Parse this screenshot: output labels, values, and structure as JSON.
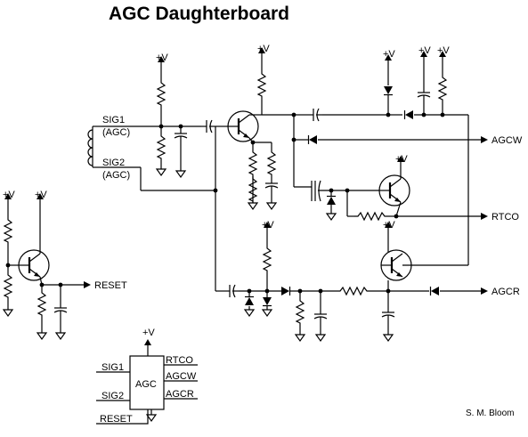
{
  "title": "AGC Daughterboard",
  "author": "S. M. Bloom",
  "supply_label": "+V",
  "inputs": {
    "sig1": "SIG1",
    "sig1_sub": "(AGC)",
    "sig2": "SIG2",
    "sig2_sub": "(AGC)"
  },
  "outputs": {
    "agcw": "AGCW",
    "rtco": "RTCO",
    "agcr": "AGCR",
    "reset": "RESET"
  },
  "module": {
    "name": "AGC",
    "pins_left": [
      "SIG1",
      "SIG2",
      "RESET"
    ],
    "pins_right": [
      "RTCO",
      "AGCW",
      "AGCR"
    ],
    "supply": "+V"
  }
}
